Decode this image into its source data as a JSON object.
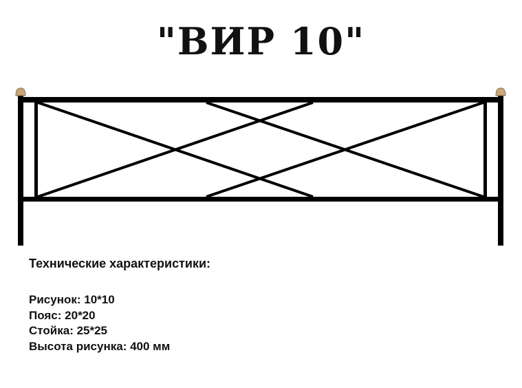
{
  "title": "\"ВИР 10\"",
  "specs": {
    "heading": "Технические характеристики:",
    "items": [
      {
        "label": "Рисунок",
        "value": "10*10"
      },
      {
        "label": "Пояс",
        "value": "20*20"
      },
      {
        "label": "Стойка",
        "value": "25*25"
      },
      {
        "label": "Высота рисунка",
        "value": "400 мм"
      }
    ]
  },
  "colors": {
    "metal": "#000000",
    "post_cap": "#c9a77a"
  }
}
